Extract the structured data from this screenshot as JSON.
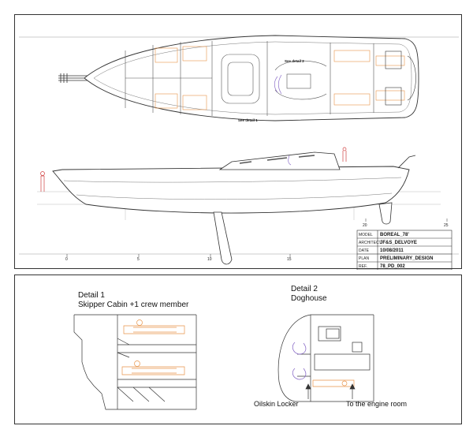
{
  "plan": {
    "see_detail_1": "See detail 1",
    "see_detail_2": "See detail 2",
    "title_block": [
      {
        "label": "MODEL",
        "value": "BOREAL_78'"
      },
      {
        "label": "ARCHITECT",
        "value": "JF&S_DELVOYE"
      },
      {
        "label": "DATE",
        "value": "10/08/2011"
      },
      {
        "label": "PLAN",
        "value": "PRELIMINARY_DESIGN"
      },
      {
        "label": "REF.",
        "value": "78_PD_002"
      }
    ],
    "scale_labels": [
      "0",
      "5",
      "10",
      "15",
      "20",
      "25"
    ]
  },
  "detail1": {
    "title": "Detail 1",
    "subtitle": "Skipper Cabin  +1 crew member"
  },
  "detail2": {
    "title": "Detail 2",
    "subtitle": "Doghouse",
    "callout_left": "Oilskin Locker",
    "callout_right": "To the engine room"
  },
  "colors": {
    "line": "#333333",
    "figure_orange": "#e8944a",
    "figure_purple": "#8a6cc8",
    "figure_red": "#d04040"
  }
}
